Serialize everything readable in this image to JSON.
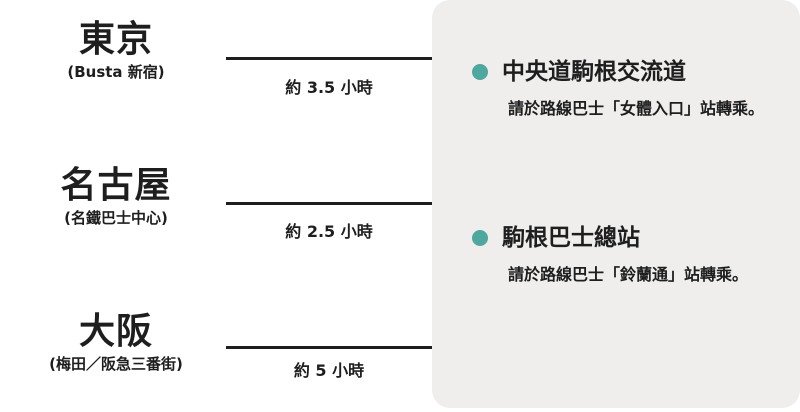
{
  "origins": [
    {
      "name": "東京",
      "sub": "(Busta 新宿)",
      "duration": "約 3.5 小時"
    },
    {
      "name": "名古屋",
      "sub": "(名鐵巴士中心)",
      "duration": "約 2.5 小時"
    },
    {
      "name": "大阪",
      "sub": "(梅田／阪急三番街)",
      "duration": "約 5 小時"
    }
  ],
  "destinations": [
    {
      "name": "中央道駒根交流道",
      "note": "請於路線巴士「女體入口」站轉乘。"
    },
    {
      "name": "駒根巴士總站",
      "note": "請於路線巴士「鈴蘭通」站轉乘。"
    }
  ],
  "colors": {
    "dot": "#4ea89e",
    "panel": "#f0eeec",
    "line": "#1e1e1e"
  }
}
